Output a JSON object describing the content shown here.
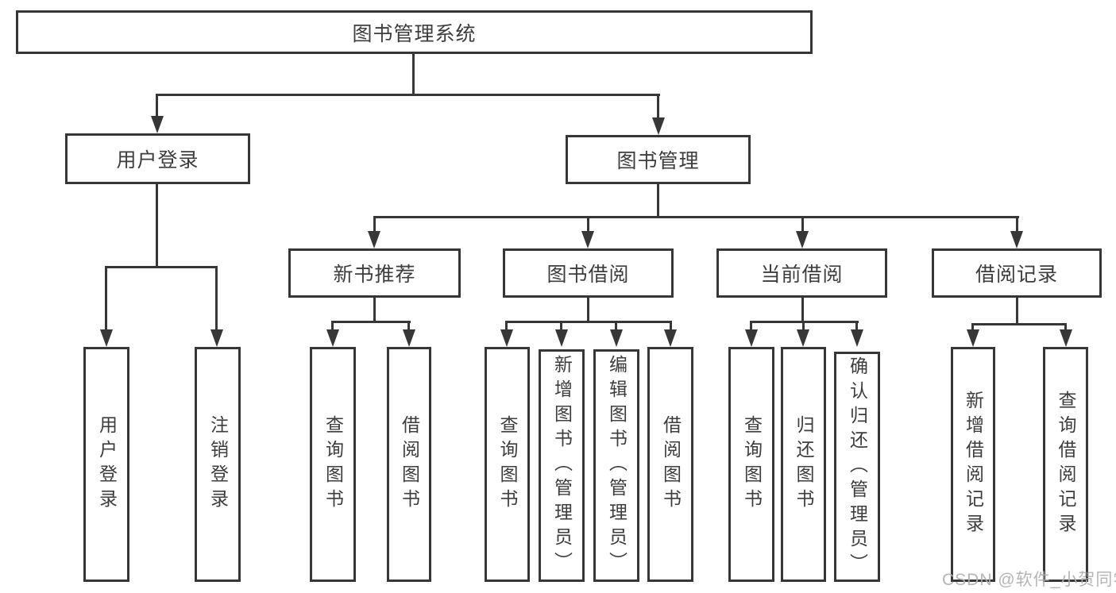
{
  "colors": {
    "line": "#373737",
    "text": "#3d3d3d",
    "box_background": "#ffffff",
    "watermark": "#afafaf"
  },
  "diagram": {
    "root": "图书管理系统",
    "branches": [
      {
        "label": "用户登录",
        "children": [
          "用户登录",
          "注销登录"
        ]
      },
      {
        "label": "图书管理",
        "modules": [
          {
            "label": "新书推荐",
            "children": [
              "查询图书",
              "借阅图书"
            ]
          },
          {
            "label": "图书借阅",
            "children": [
              "查询图书",
              "新增图书（管理员）",
              "编辑图书（管理员）",
              "借阅图书"
            ]
          },
          {
            "label": "当前借阅",
            "children": [
              "查询图书",
              "归还图书",
              "确认归还（管理员）"
            ]
          },
          {
            "label": "借阅记录",
            "children": [
              "新增借阅记录",
              "查询借阅记录"
            ]
          }
        ]
      }
    ]
  },
  "watermark": {
    "text": "CSDN @软件_小贺同学"
  }
}
